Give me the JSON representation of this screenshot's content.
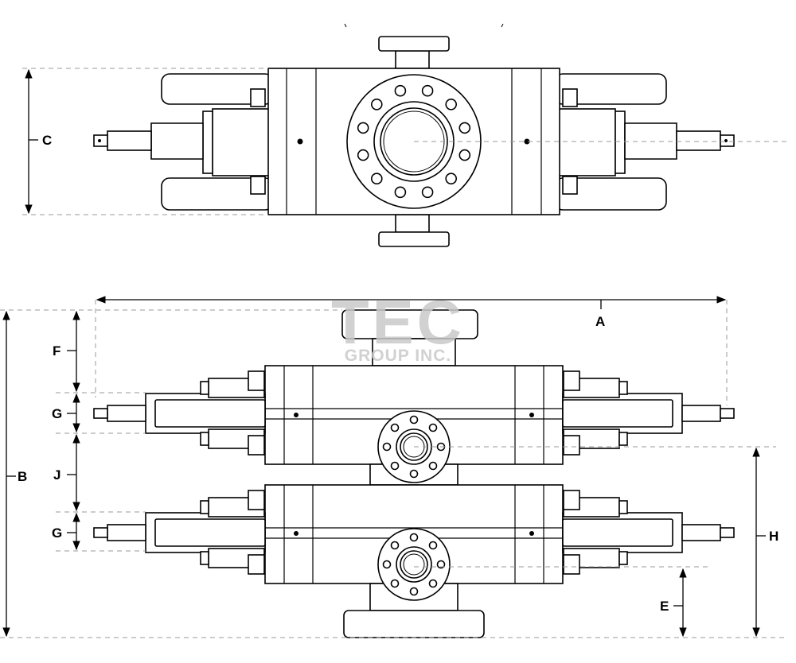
{
  "watermark": {
    "logo_text": "TEC",
    "company": "GROUP INC."
  },
  "dimensions": {
    "A": "A",
    "B": "B",
    "C": "C",
    "E": "E",
    "F": "F",
    "G_upper": "G",
    "G_lower": "G",
    "H": "H",
    "J": "J"
  },
  "colors": {
    "line": "#000000",
    "dash": "#9a9a9a",
    "watermark": "#c9c9c9"
  }
}
